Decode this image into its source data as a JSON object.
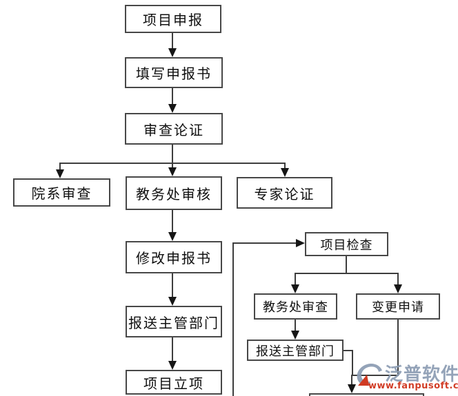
{
  "nodes": {
    "project_apply": {
      "label": "项目申报"
    },
    "fill_form": {
      "label": "填写申报书"
    },
    "review_verify": {
      "label": "审查论证"
    },
    "dept_review": {
      "label": "院系审查"
    },
    "academic_audit": {
      "label": "教务处审核"
    },
    "expert_verify": {
      "label": "专家论证"
    },
    "modify_form": {
      "label": "修改申报书"
    },
    "submit_authority": {
      "label": "报送主管部门"
    },
    "project_approval": {
      "label": "项目立项"
    },
    "project_check": {
      "label": "项目检查"
    },
    "academic_review": {
      "label": "教务处审查"
    },
    "change_request": {
      "label": "变更申请"
    },
    "submit_authority_2": {
      "label": "报送主管部门"
    }
  },
  "watermark": {
    "brand": "泛普软件",
    "url": "www.fanpusoft.com",
    "brand_color": "#8b9cb3",
    "url_color": "#ce2d14"
  },
  "colors": {
    "box_border": "#474747",
    "line": "#3d3d3d",
    "arrow": "#161616",
    "text": "#0f0f0f"
  }
}
